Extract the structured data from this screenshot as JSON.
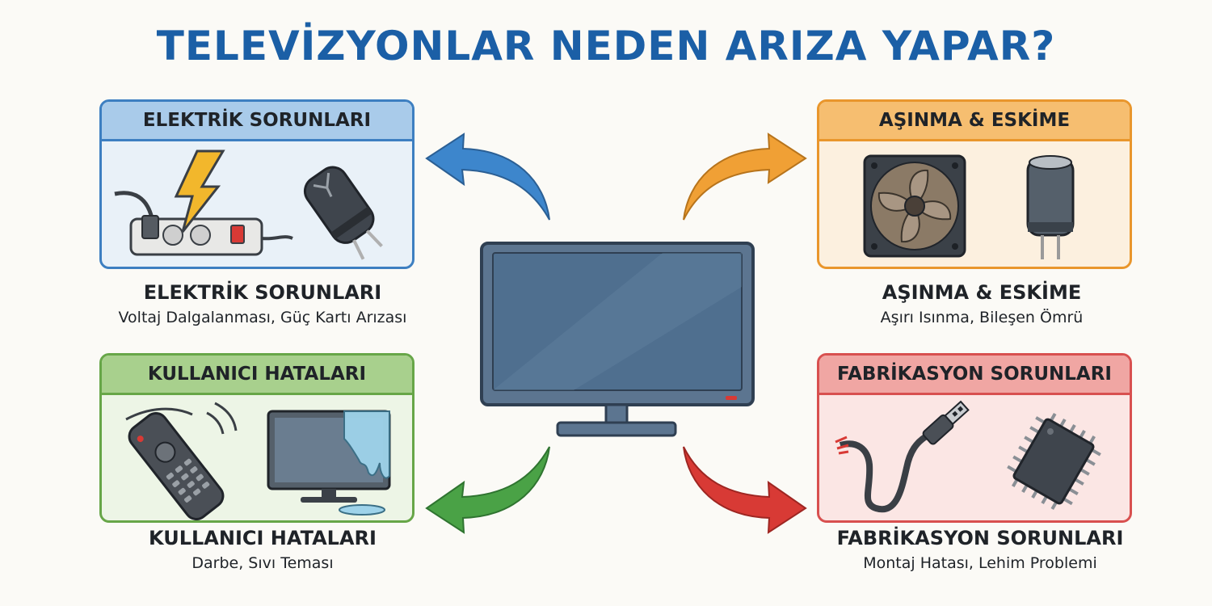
{
  "title": "TELEVİZYONLAR NEDEN ARIZA YAPAR?",
  "colors": {
    "title": "#1b5fa6",
    "electric": "#3d7fc1",
    "wear": "#e9962c",
    "user": "#67a648",
    "fabrication": "#d8504f",
    "tv_screen": "#4f6f8f"
  },
  "categories": {
    "electric": {
      "header": "ELEKTRİK SORUNLARI",
      "title": "ELEKTRİK SORUNLARI",
      "description": "Voltaj Dalgalanması, Güç Kartı Arızası",
      "icons": [
        "power-strip-icon",
        "lightning-bolt-icon",
        "burnt-capacitor-icon"
      ]
    },
    "wear": {
      "header": "AŞINMA & ESKİME",
      "title": "AŞINMA & ESKİME",
      "description": "Aşırı Isınma, Bileşen Ömrü",
      "icons": [
        "dusty-fan-icon",
        "capacitor-icon"
      ]
    },
    "user": {
      "header": "KULLANICI HATALARI",
      "title": "KULLANICI HATALARI",
      "description": "Darbe, Sıvı Teması",
      "icons": [
        "remote-control-icon",
        "wet-monitor-icon"
      ]
    },
    "fabrication": {
      "header": "FABRİKASYON SORUNLARI",
      "title": "FABRİKASYON SORUNLARI",
      "description": "Montaj Hatası, Lehim Problemi",
      "icons": [
        "usb-cable-icon",
        "chip-icon"
      ]
    }
  }
}
